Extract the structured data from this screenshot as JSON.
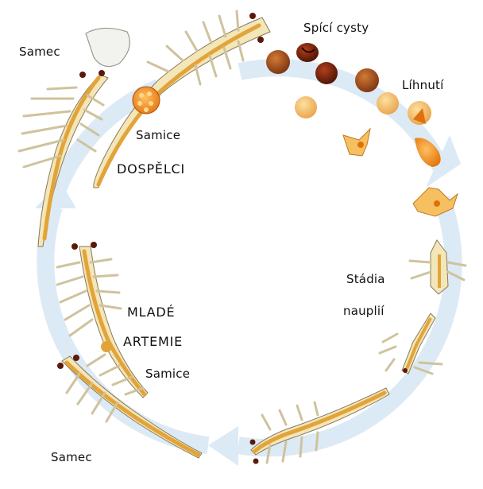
{
  "labels": {
    "samec_top": "Samec",
    "spici_cysty": "Spící cysty",
    "lihnuti": "Líhnutí",
    "samice_top": "Samice",
    "dospelci": "DOSPĚLCI",
    "stadia": "Stádia",
    "naupliii": "nauplií",
    "mlade": "MLADÉ",
    "artemie": "ARTEMIE",
    "samice_bottom": "Samice",
    "samec_bottom": "Samec"
  },
  "colors": {
    "cycle_arrow": "#dceaf6",
    "body": "#f3e6b8",
    "gut": "#e2a43a",
    "cyst_dark": "#5a1a0a",
    "cyst_brown": "#8a3a10",
    "cyst_light": "#f0b860",
    "egg_sac": "#f08a1a",
    "outline": "#8a7a5a"
  }
}
